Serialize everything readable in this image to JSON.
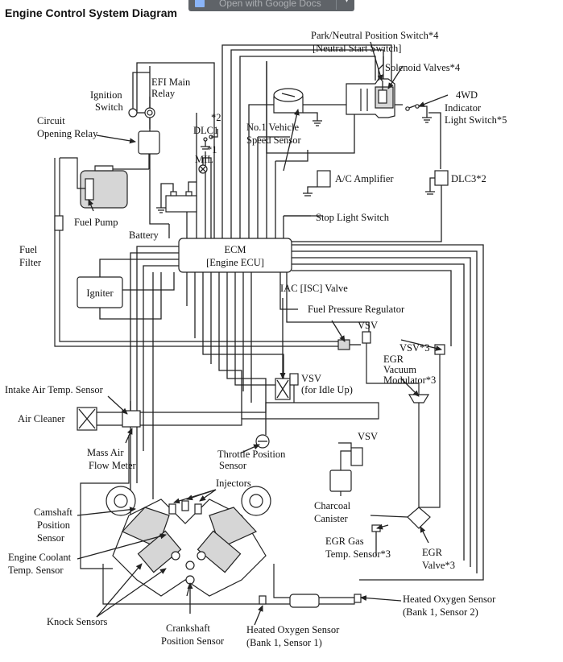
{
  "title": "Engine Control System Diagram",
  "toolbar": {
    "open_with_label": "Open with Google Docs"
  },
  "labels": {
    "park_neutral_1": "Park/Neutral Position Switch*4",
    "park_neutral_2": "[Neutral Start Switch]",
    "solenoid_valves": "Solenoid Valves*4",
    "wd_1": "4WD",
    "wd_2": "Indicator",
    "wd_3": "Light Switch*5",
    "ignition_1": "Ignition",
    "ignition_2": "Switch",
    "efi_1": "EFI Main",
    "efi_2": "Relay",
    "circuit_1": "Circuit",
    "circuit_2": "Opening Relay",
    "dlc1": "DLC1",
    "dlc1_note": "*2",
    "mil": "MIL",
    "mil_note": "*1",
    "speed_1": "No.1 Vehicle",
    "speed_2": "Speed Sensor",
    "ac_amp": "A/C Amplifier",
    "dlc3": "DLC3*2",
    "fuel_pump": "Fuel Pump",
    "battery": "Battery",
    "stop_light": "Stop Light Switch",
    "fuel_filter_1": "Fuel",
    "fuel_filter_2": "Filter",
    "ecm_1": "ECM",
    "ecm_2": "[Engine ECU]",
    "igniter": "Igniter",
    "iac": "IAC [ISC] Valve",
    "fpr": "Fuel Pressure Regulator",
    "vsv_top": "VSV",
    "vsv_right": "VSV*3",
    "egr_vac_1": "EGR",
    "egr_vac_2": "Vacuum",
    "egr_vac_3": "Modulator*3",
    "vsv_idle_1": "VSV",
    "vsv_idle_2": "(for Idle Up)",
    "intake_air": "Intake Air Temp. Sensor",
    "air_cleaner": "Air Cleaner",
    "maf_1": "Mass Air",
    "maf_2": "Flow Meter",
    "throttle_1": "Throttle Position",
    "throttle_2": "Sensor",
    "vsv_lower": "VSV",
    "injectors": "Injectors",
    "charcoal_1": "Charcoal",
    "charcoal_2": "Canister",
    "camshaft_1": "Camshaft",
    "camshaft_2": "Position",
    "camshaft_3": "Sensor",
    "coolant_1": "Engine Coolant",
    "coolant_2": "Temp. Sensor",
    "egr_gas_1": "EGR Gas",
    "egr_gas_2": "Temp. Sensor*3",
    "egr_valve_1": "EGR",
    "egr_valve_2": "Valve*3",
    "knock": "Knock Sensors",
    "crank_1": "Crankshaft",
    "crank_2": "Position Sensor",
    "ho2_s2_1": "Heated Oxygen Sensor",
    "ho2_s2_2": "(Bank 1, Sensor 2)",
    "ho2_s1_1": "Heated Oxygen Sensor",
    "ho2_s1_2": "(Bank 1, Sensor 1)"
  }
}
